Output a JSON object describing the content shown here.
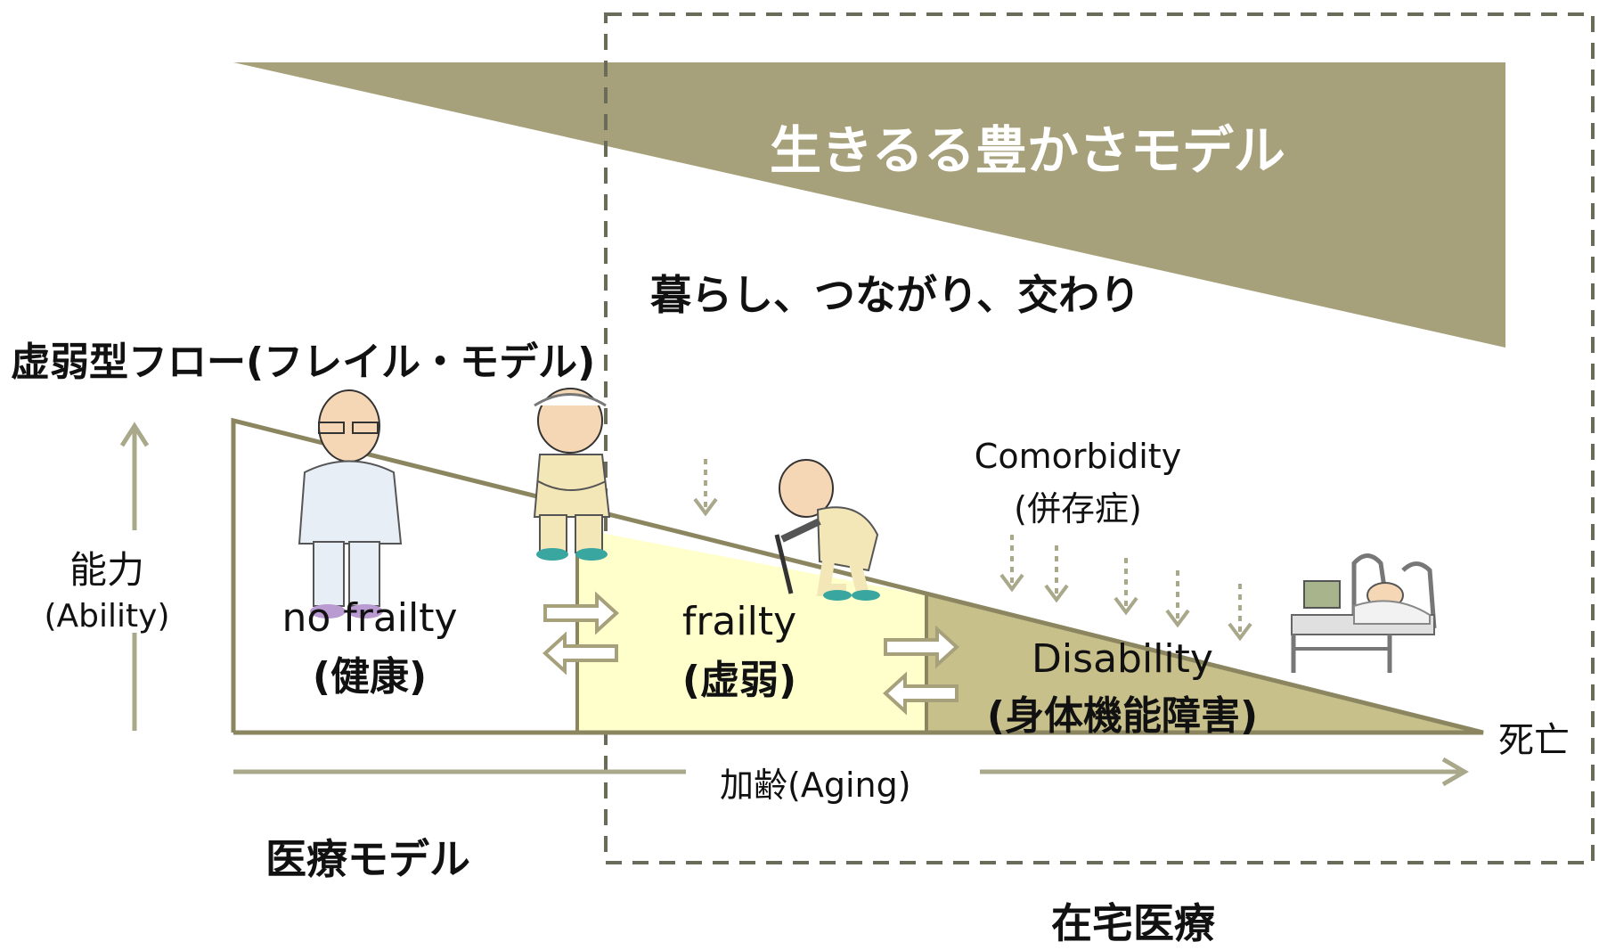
{
  "colors": {
    "olive": "#a6a07b",
    "olive_dark": "#8b8660",
    "frailty_fill": "#ffffcc",
    "disability_fill": "#c8c08b",
    "dashed_box": "#6b6b5a",
    "arrow": "#a9a88a"
  },
  "top_band": {
    "title": "生きるる豊かさモデル",
    "subtitle": "暮らし、つながり、交わり"
  },
  "flow_title": "虚弱型フロー(フレイル・モデル)",
  "ability": {
    "label": "能力",
    "label_en": "(Ability)"
  },
  "stages": {
    "no_frailty": {
      "en": "no frailty",
      "jp": "(健康)"
    },
    "frailty": {
      "en": "frailty",
      "jp": "(虚弱)"
    },
    "disability": {
      "en": "Disability",
      "jp": "(身体機能障害)"
    }
  },
  "comorbidity": {
    "en": "Comorbidity",
    "jp": "(併存症)"
  },
  "death_label": "死亡",
  "aging_label": "加齢(Aging)",
  "medical_model_label": "医療モデル",
  "home_care_label": "在宅医療",
  "icons": [
    "elderly-man-healthy-icon",
    "elderly-man-frail-icon",
    "elderly-man-cane-icon",
    "hospital-bed-icon"
  ]
}
